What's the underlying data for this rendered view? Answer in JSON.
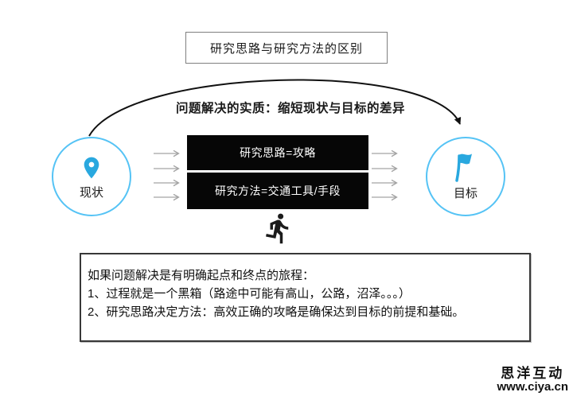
{
  "title": "研究思路与研究方法的区别",
  "arc_label": "问题解决的实质：缩短现状与目标的差异",
  "nodes": {
    "current": {
      "label": "现状",
      "icon": "location-pin-icon"
    },
    "goal": {
      "label": "目标",
      "icon": "flag-icon"
    }
  },
  "boxes": {
    "strategy": "研究思路=攻略",
    "method": "研究方法=交通工具/手段"
  },
  "runner": {
    "icon": "running-person-icon"
  },
  "note": {
    "lines": [
      "如果问题解决是有明确起点和终点的旅程：",
      "1、过程就是一个黑箱（路途中可能有高山，公路，沼泽。。。）",
      "2、研究思路决定方法：高效正确的攻略是确保达到目标的前提和基础。"
    ]
  },
  "watermark": {
    "brand": "思洋互动",
    "url": "www.ciya.cn"
  },
  "colors": {
    "icon_blue": "#29A8DF",
    "circle_border": "#55C3F5",
    "box_background": "#060606",
    "arrow_gray": "#A3A3A3",
    "arc_black": "#111111"
  }
}
